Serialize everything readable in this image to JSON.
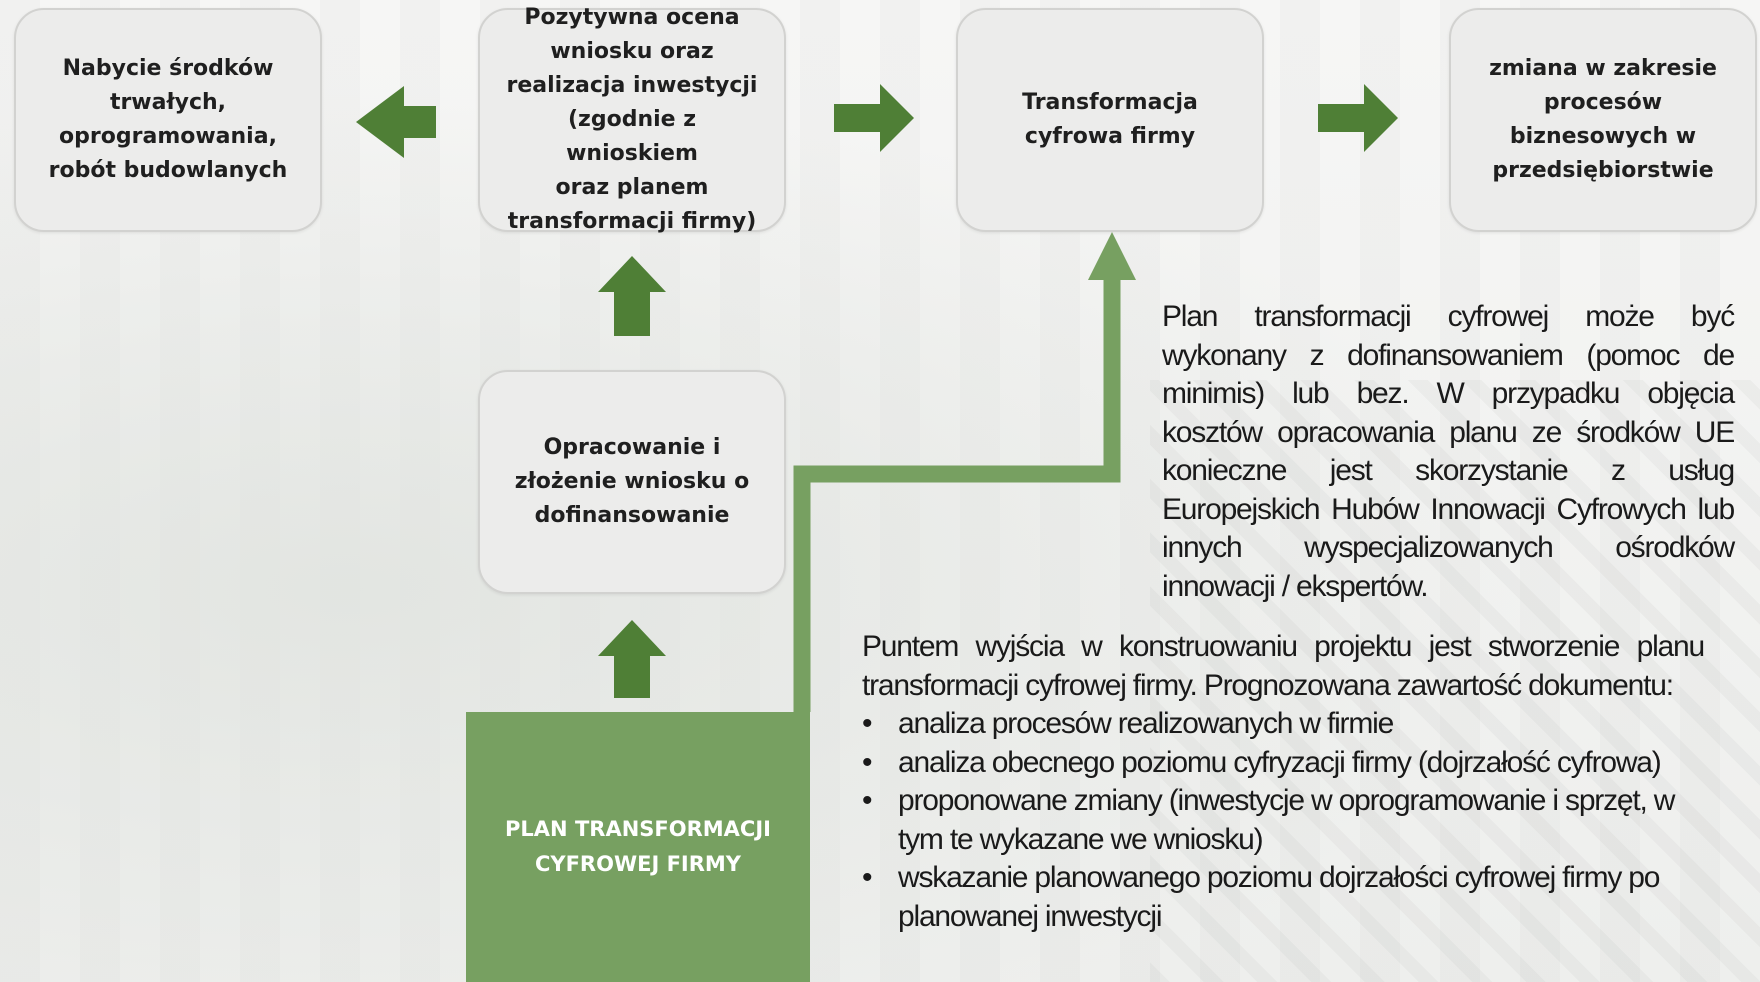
{
  "colors": {
    "arrow_dark": "#4f7f36",
    "arrow_light": "#77a061",
    "box_fill": "#ececeb",
    "plan_fill": "#77a061"
  },
  "diagram": {
    "box_acquisition": [
      "Nabycie środków",
      "trwałych,",
      "oprogramowania,",
      "robót budowlanych"
    ],
    "box_approval": [
      "Pozytywna ocena",
      "wniosku oraz",
      "realizacja inwestycji",
      "(zgodnie z wnioskiem",
      "oraz planem",
      "transformacji firmy)"
    ],
    "box_transformation": [
      "Transformacja",
      "cyfrowa firmy"
    ],
    "box_change": [
      "zmiana w zakresie",
      "procesów",
      "biznesowych w",
      "przedsiębiorstwie"
    ],
    "box_application": [
      "Opracowanie i",
      "złożenie wniosku o",
      "dofinansowanie"
    ],
    "plan_box": [
      "PLAN TRANSFORMACJI",
      "CYFROWEJ FIRMY"
    ]
  },
  "text_plan": "Plan transformacji cyfrowej może być wykonany z dofinansowaniem (pomoc de minimis) lub bez. W przypadku objęcia kosztów opracowania planu ze środków UE konieczne jest skorzystanie z usług Europejskich Hubów Innowacji Cyfrowych lub innych wyspecjalizowanych ośrodków innowacji / ekspertów.",
  "text_start": {
    "intro": "Puntem wyjścia w konstruowaniu projektu jest stworzenie planu transformacji cyfrowej firmy. Prognozowana zawartość dokumentu:",
    "bullets": [
      "analiza procesów realizowanych w firmie",
      "analiza obecnego poziomu cyfryzacji firmy (dojrzałość cyfrowa)",
      "proponowane zmiany (inwestycje w oprogramowanie i  sprzęt, w tym te wykazane we wniosku)",
      "wskazanie planowanego poziomu dojrzałości cyfrowej firmy po planowanej inwestycji"
    ]
  }
}
